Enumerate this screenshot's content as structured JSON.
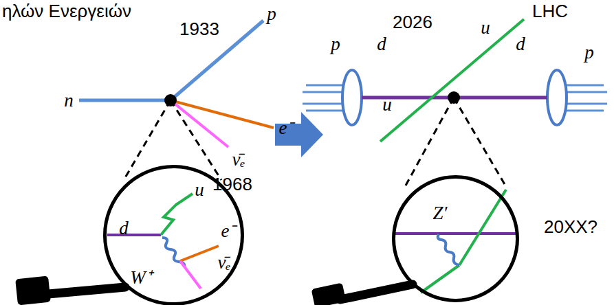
{
  "diagram": {
    "nodes": [
      {
        "text": [
          "u",
          "d",
          "e⁻",
          "W⁺",
          "ν̄ₑ"
        ]
      },
      {
        "text": [
          "Z′"
        ]
      }
    ],
    "labels": [
      "ηλών Ενεργειών",
      "1933",
      "p",
      "n",
      "e⁻",
      "ν̄ₑ",
      "1968",
      "2026",
      "LHC",
      "u",
      "p",
      "d",
      "d",
      "p",
      "u",
      "20XX?"
    ]
  }
}
